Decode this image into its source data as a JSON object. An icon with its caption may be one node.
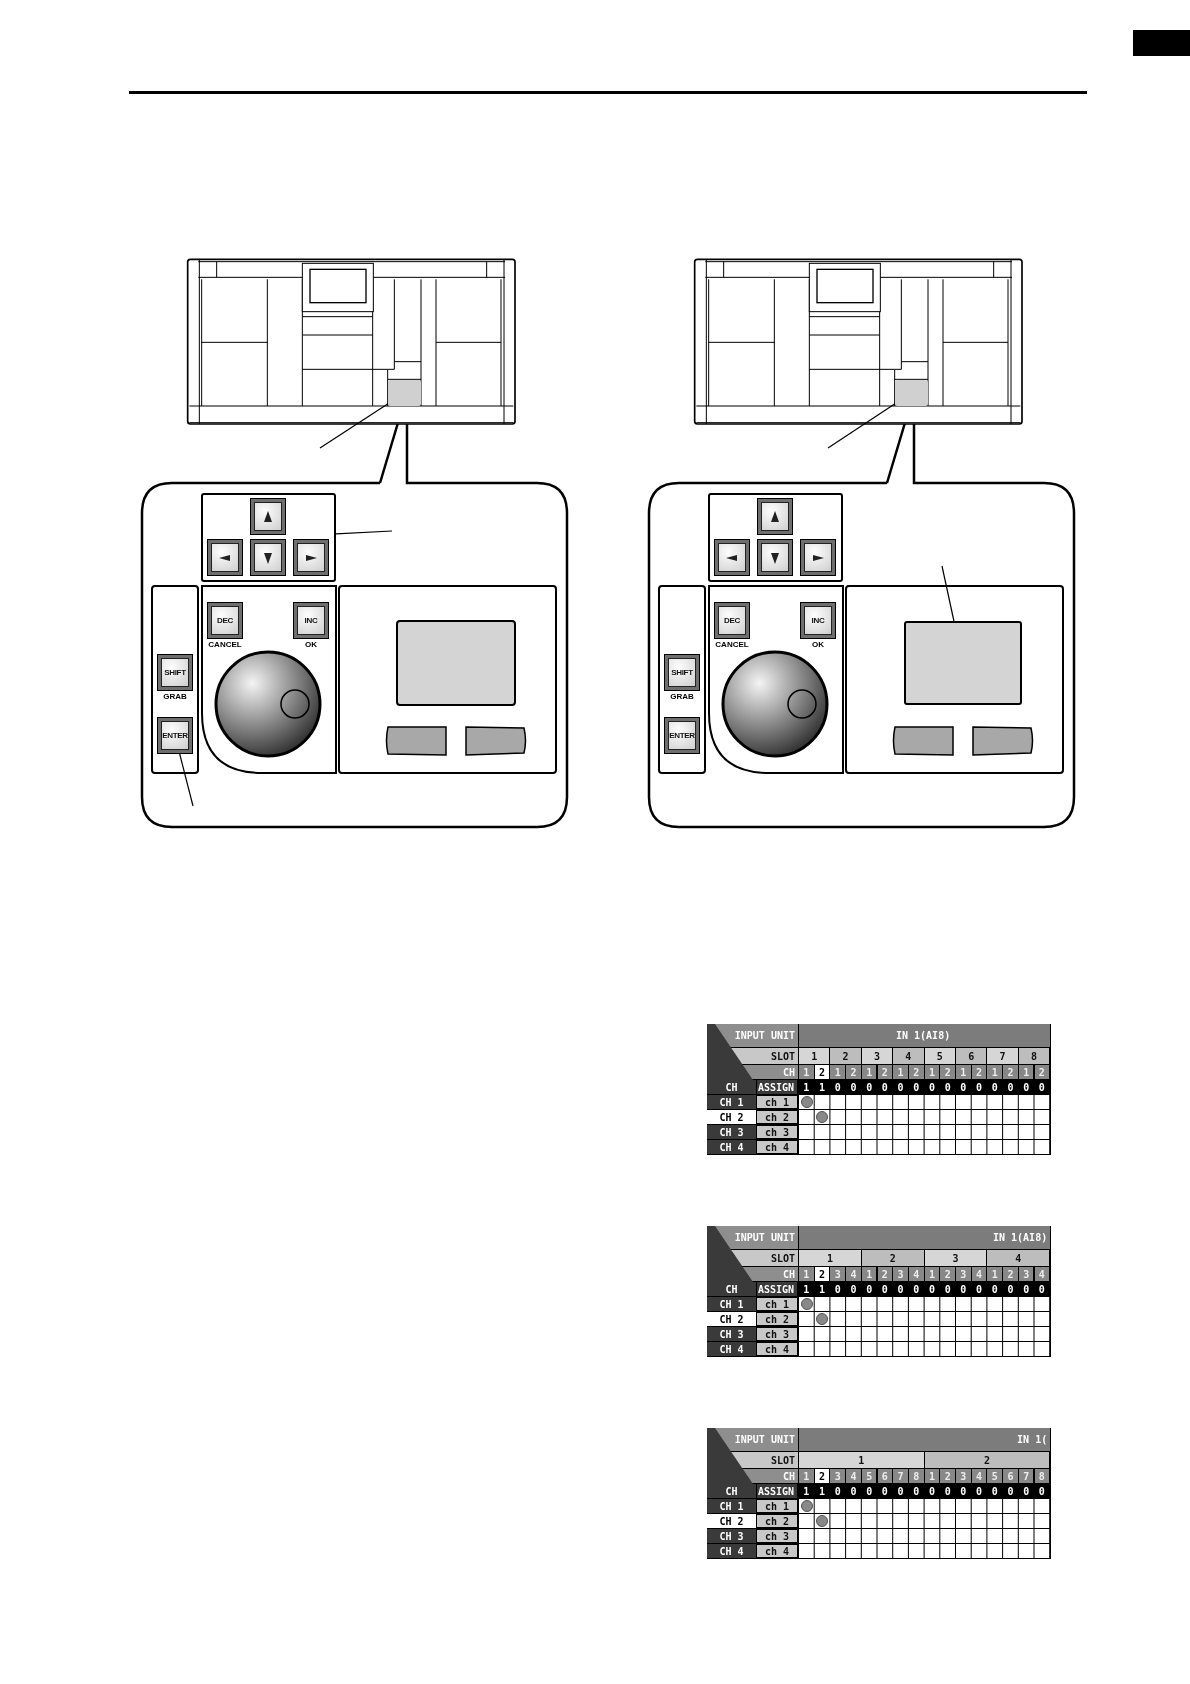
{
  "diagram": {
    "nodes": [
      {
        "text": [],
        "shape": "box"
      },
      {
        "text": [],
        "shape": "box"
      },
      {
        "text": [
          "DEC"
        ],
        "beside": [
          "CANCEL"
        ]
      },
      {
        "text": [
          "INC"
        ],
        "beside": [
          "OK"
        ]
      },
      {
        "text": [
          "SHIFT"
        ],
        "beside": [
          "GRAB"
        ]
      },
      {
        "text": [
          "ENTER"
        ]
      },
      {
        "text": [],
        "shape": "box"
      },
      {
        "text": [
          "DEC"
        ],
        "beside": [
          "CANCEL"
        ]
      },
      {
        "text": [
          "INC"
        ],
        "beside": [
          "OK"
        ]
      },
      {
        "text": [
          "SHIFT"
        ],
        "beside": [
          "GRAB"
        ]
      },
      {
        "text": [
          "ENTER"
        ]
      },
      {
        "text": [],
        "shape": "box"
      }
    ],
    "edges": [
      {
        "from": null,
        "to": 0,
        "arrow": "none"
      },
      {
        "from": null,
        "to": 1,
        "arrow": "none"
      },
      {
        "from": null,
        "to": 5,
        "arrow": "none"
      },
      {
        "from": null,
        "to": 6,
        "arrow": "none"
      },
      {
        "from": null,
        "to": 11,
        "arrow": "none"
      }
    ],
    "labels": [
      "INPUT UNIT",
      "IN 1(AI8)",
      "SLOT",
      "1",
      "2",
      "3",
      "4",
      "5",
      "6",
      "7",
      "8",
      "CH",
      "1",
      "2",
      "1",
      "2",
      "1",
      "2",
      "1",
      "2",
      "1",
      "2",
      "1",
      "2",
      "1",
      "2",
      "1",
      "2",
      "CH",
      "ASSIGN",
      "1",
      "1",
      "0",
      "0",
      "0",
      "0",
      "0",
      "0",
      "0",
      "0",
      "0",
      "0",
      "0",
      "0",
      "0",
      "0",
      "CH 1",
      "ch 1",
      "CH 2",
      "ch 2",
      "CH 3",
      "ch 3",
      "CH 4",
      "ch 4",
      "INPUT UNIT",
      "IN 1(AI8)",
      "SLOT",
      "1",
      "2",
      "3",
      "4",
      "CH",
      "1",
      "2",
      "3",
      "4",
      "1",
      "2",
      "3",
      "4",
      "1",
      "2",
      "3",
      "4",
      "1",
      "2",
      "3",
      "4",
      "CH",
      "ASSIGN",
      "1",
      "1",
      "0",
      "0",
      "0",
      "0",
      "0",
      "0",
      "0",
      "0",
      "0",
      "0",
      "0",
      "0",
      "0",
      "0",
      "CH 1",
      "ch 1",
      "CH 2",
      "ch 2",
      "CH 3",
      "ch 3",
      "CH 4",
      "ch 4",
      "INPUT UNIT",
      "IN 1(",
      "SLOT",
      "1",
      "2",
      "CH",
      "1",
      "2",
      "3",
      "4",
      "5",
      "6",
      "7",
      "8",
      "1",
      "2",
      "3",
      "4",
      "5",
      "6",
      "7",
      "8",
      "CH",
      "ASSIGN",
      "1",
      "1",
      "0",
      "0",
      "0",
      "0",
      "0",
      "0",
      "0",
      "0",
      "0",
      "0",
      "0",
      "0",
      "0",
      "0",
      "CH 1",
      "ch 1",
      "CH 2",
      "ch 2",
      "CH 3",
      "ch 3",
      "CH 4",
      "ch 4"
    ]
  }
}
